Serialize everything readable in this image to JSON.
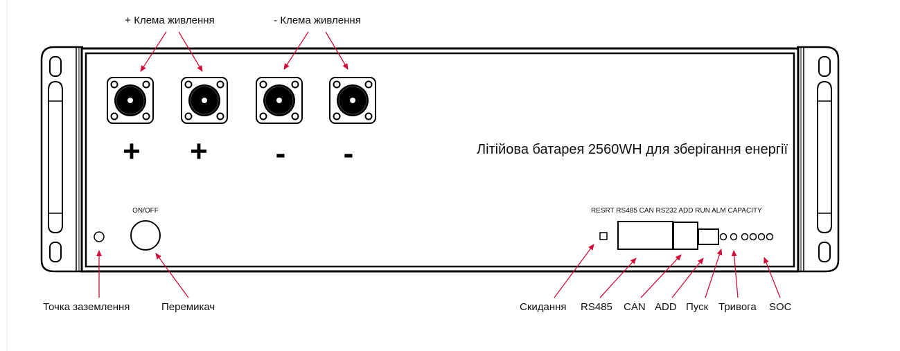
{
  "top_labels": {
    "positive_terminal": "+ Клема живлення",
    "negative_terminal": "- Клема живлення"
  },
  "terminal_signs": [
    "+",
    "+",
    "-",
    "-"
  ],
  "panel_title": "Літійова батарея 2560WH для зберігання енергії",
  "switch_label": "ON/OFF",
  "ports_label": "RESRT RS485 CAN RS232 ADD RUN ALM CAPACITY",
  "bottom_labels": {
    "ground": "Точка заземлення",
    "switch": "Перемикач",
    "reset": "Скидання",
    "rs485": "RS485",
    "can": "CAN",
    "add": "ADD",
    "run": "Пуск",
    "alarm": "Тривога",
    "soc": "SOC"
  },
  "colors": {
    "arrow": "#d0103a",
    "line": "#000000"
  }
}
